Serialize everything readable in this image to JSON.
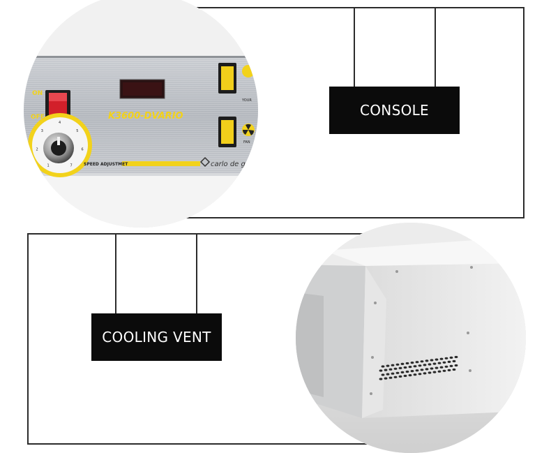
{
  "labels": {
    "console": "CONSOLE",
    "cooling_vent": "COOLING VENT"
  },
  "panel": {
    "model": "K3600-DVARIO",
    "switch_on": "ON",
    "switch_off": "OFF",
    "speed_label": "SPEED ADJUSTMET",
    "brand": "carlo de gio",
    "light_caption": "YOUR",
    "fan_caption": "FAN",
    "dial_numbers": [
      "1",
      "2",
      "3",
      "4",
      "5",
      "6",
      "7"
    ]
  },
  "colors": {
    "frame": "#2b2b2b",
    "label_bg": "#0b0b0b",
    "label_text": "#ffffff",
    "accent_yellow": "#f2d21b",
    "switch_red": "#d2202a",
    "panel_metal": "#b9bcc1"
  }
}
